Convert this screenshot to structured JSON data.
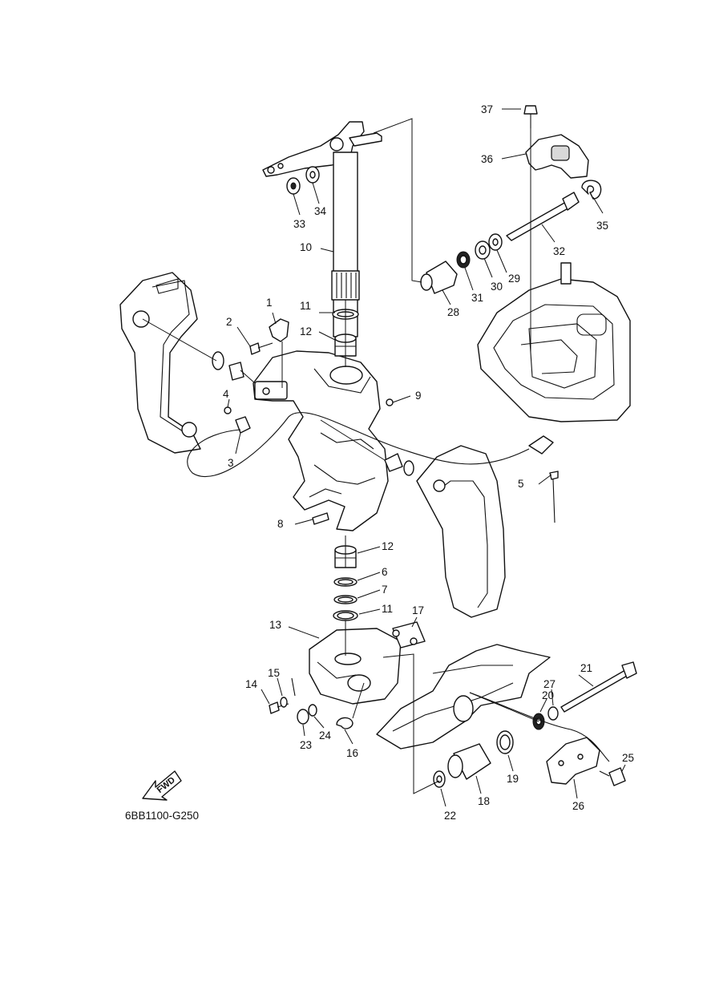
{
  "diagram_code": "6BB1100-G250",
  "direction_label": "FWD",
  "callouts": {
    "p1": "1",
    "p2": "2",
    "p3": "3",
    "p4": "4",
    "p5": "5",
    "p6": "6",
    "p7": "7",
    "p8": "8",
    "p9": "9",
    "p10": "10",
    "p11a": "11",
    "p11b": "11",
    "p12a": "12",
    "p12b": "12",
    "p13": "13",
    "p14": "14",
    "p15": "15",
    "p16": "16",
    "p17": "17",
    "p18": "18",
    "p19": "19",
    "p20": "20",
    "p21": "21",
    "p22": "22",
    "p23": "23",
    "p24": "24",
    "p25": "25",
    "p26": "26",
    "p27": "27",
    "p28": "28",
    "p29": "29",
    "p30": "30",
    "p31": "31",
    "p32": "32",
    "p33": "33",
    "p34": "34",
    "p35": "35",
    "p36": "36",
    "p37": "37"
  }
}
